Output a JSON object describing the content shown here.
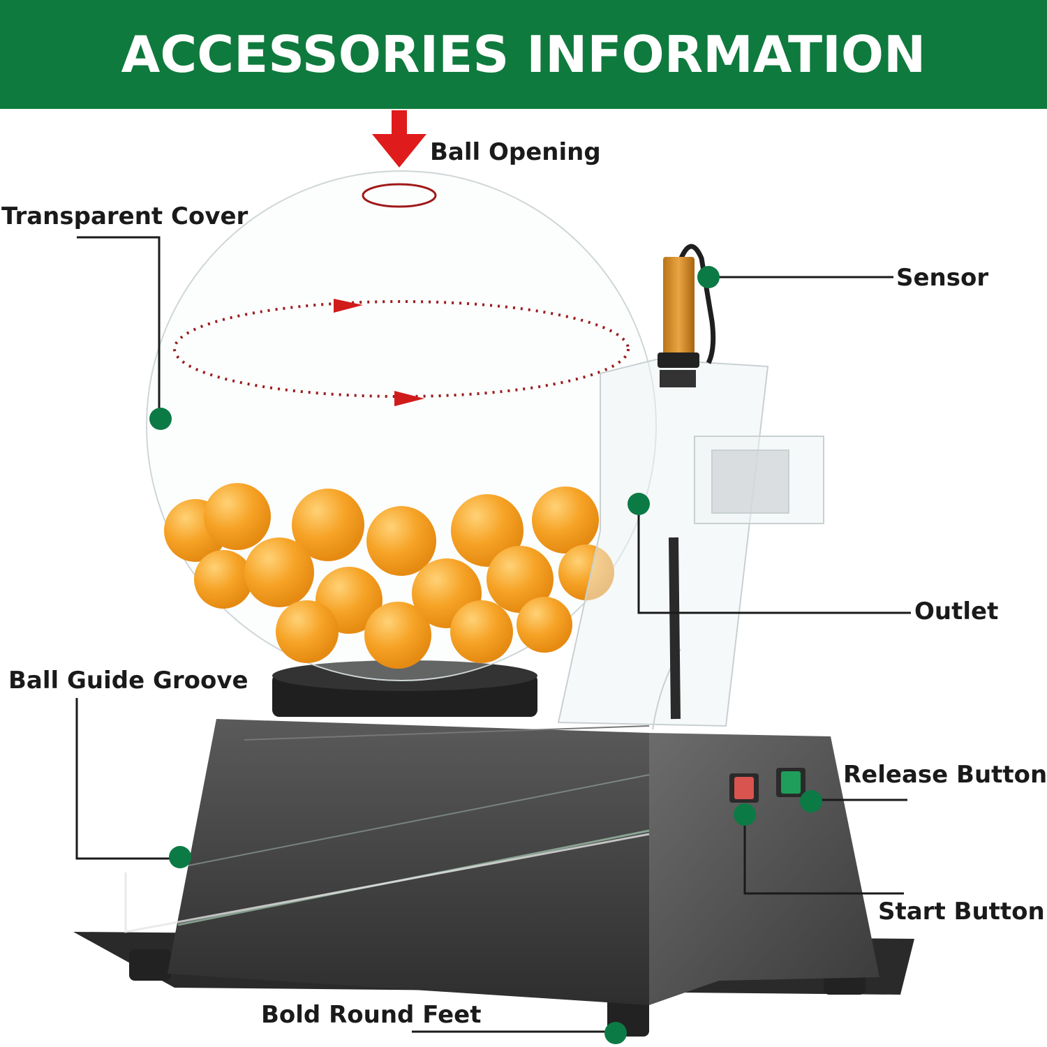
{
  "header": {
    "title": "ACCESSORIES INFORMATION",
    "background": "#0f7a3d"
  },
  "callouts": {
    "ball_opening": "Ball Opening",
    "transparent_cover": "Transparent Cover",
    "sensor": "Sensor",
    "outlet": "Outlet",
    "ball_guide_groove": "Ball Guide Groove",
    "release_button": "Release Button",
    "start_button": "Start Button",
    "bold_round_feet": "Bold Round Feet"
  },
  "colors": {
    "marker": "#0c7a45",
    "arrow": "#e01b1b",
    "ball": "#f6a326",
    "base": "#3b3b3b",
    "button_red": "#d9534f",
    "button_green": "#1e9e5a"
  }
}
